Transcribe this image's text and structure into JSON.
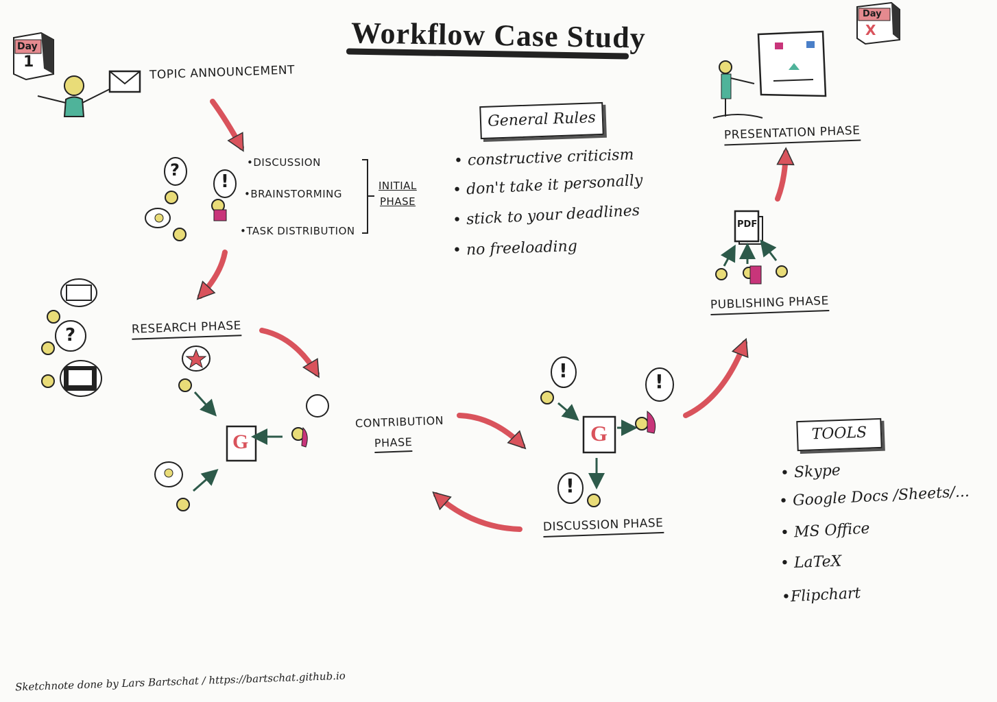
{
  "title": "Workflow Case Study",
  "day_badges": {
    "start_word": "Day",
    "start_num": "1",
    "end_word": "Day",
    "end_num": "X"
  },
  "topic_announcement": "TOPIC ANNOUNCEMENT",
  "initial_items": [
    "•DISCUSSION",
    "•BRAINSTORMING",
    "•TASK DISTRIBUTION"
  ],
  "initial_phase": [
    "INITIAL",
    "PHASE"
  ],
  "research_phase": "RESEARCH PHASE",
  "contribution_phase": [
    "CONTRIBUTION",
    "PHASE"
  ],
  "discussion_phase": "DISCUSSION PHASE",
  "publishing_phase": "PUBLISHING PHASE",
  "presentation_phase": "PRESENTATION PHASE",
  "general_rules": {
    "heading": "General Rules",
    "items": [
      "• constructive criticism",
      "• don't take it personally",
      "• stick to your deadlines",
      "• no freeloading"
    ]
  },
  "tools": {
    "heading": "TOOLS",
    "items": [
      "• Skype",
      "• Google Docs /Sheets/...",
      "• MS Office",
      "• LaTeX",
      "•Flipchart"
    ]
  },
  "symbols": {
    "question": "?",
    "exclaim": "!",
    "doc_letter": "G",
    "pdf": "PDF"
  },
  "footer": "Sketchnote done by Lars Bartschat / https://bartschat.github.io",
  "colors": {
    "arrow_red": "#d9535c",
    "arrow_green": "#2d5a4a",
    "head_yellow": "#e9dc78",
    "magenta": "#c8357a",
    "teal": "#4fb39a",
    "ink": "#1d1d1d"
  }
}
